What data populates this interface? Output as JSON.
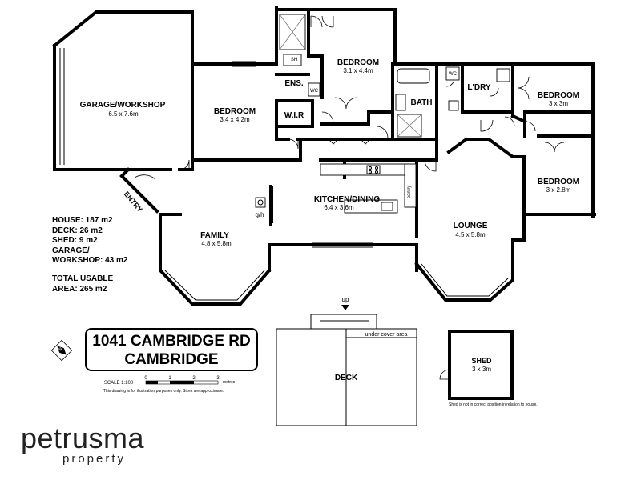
{
  "rooms": {
    "garage": {
      "name": "GARAGE/WORKSHOP",
      "dim": "6.5 x 7.6m"
    },
    "bedroom1": {
      "name": "BEDROOM",
      "dim": "3.4 x 4.2m"
    },
    "bedroom2": {
      "name": "BEDROOM",
      "dim": "3.1 x 4.4m"
    },
    "ensuite": {
      "name": "ENS."
    },
    "wir": {
      "name": "W.I.R"
    },
    "bath": {
      "name": "BATH"
    },
    "laundry": {
      "name": "L'DRY"
    },
    "bedroom3": {
      "name": "BEDROOM",
      "dim": "3 x 3m"
    },
    "bedroom4": {
      "name": "BEDROOM",
      "dim": "3 x 2.8m"
    },
    "kitchen": {
      "name": "KITCHEN/DINING",
      "dim": "6.4 x 3.6m"
    },
    "pantry": {
      "name": "pantry"
    },
    "family": {
      "name": "FAMILY",
      "dim": "4.8 x 5.8m"
    },
    "lounge": {
      "name": "LOUNGE",
      "dim": "4.5 x 5.8m"
    },
    "deck": {
      "name": "DECK"
    },
    "shed": {
      "name": "SHED",
      "dim": "3 x 3m"
    }
  },
  "labels": {
    "entry": "ENTRY",
    "gh": "g/h",
    "up": "up",
    "under_cover": "under cover area",
    "shower": "SH",
    "wc": "WC"
  },
  "stats": {
    "house": "HOUSE: 187 m2",
    "deck": "DECK: 26 m2",
    "shed": "SHED: 9 m2",
    "garage_line1": "GARAGE/",
    "garage_line2": "WORKSHOP: 43 m2",
    "total_line1": "TOTAL USABLE",
    "total_line2": "AREA: 265 m2"
  },
  "address": {
    "line1": "1041 CAMBRIDGE RD",
    "line2": "CAMBRIDGE"
  },
  "scale": {
    "label": "SCALE 1:100",
    "ticks": [
      "0",
      "1",
      "2",
      "3"
    ],
    "unit": "metres",
    "disclaimer": "This drawing is for illustration purposes only. Sizes are approximate."
  },
  "shed_note": "Shed is not in correct position in relation to house.",
  "compass": {
    "label": "N"
  },
  "brand": {
    "name": "petrusma",
    "sub": "property"
  }
}
